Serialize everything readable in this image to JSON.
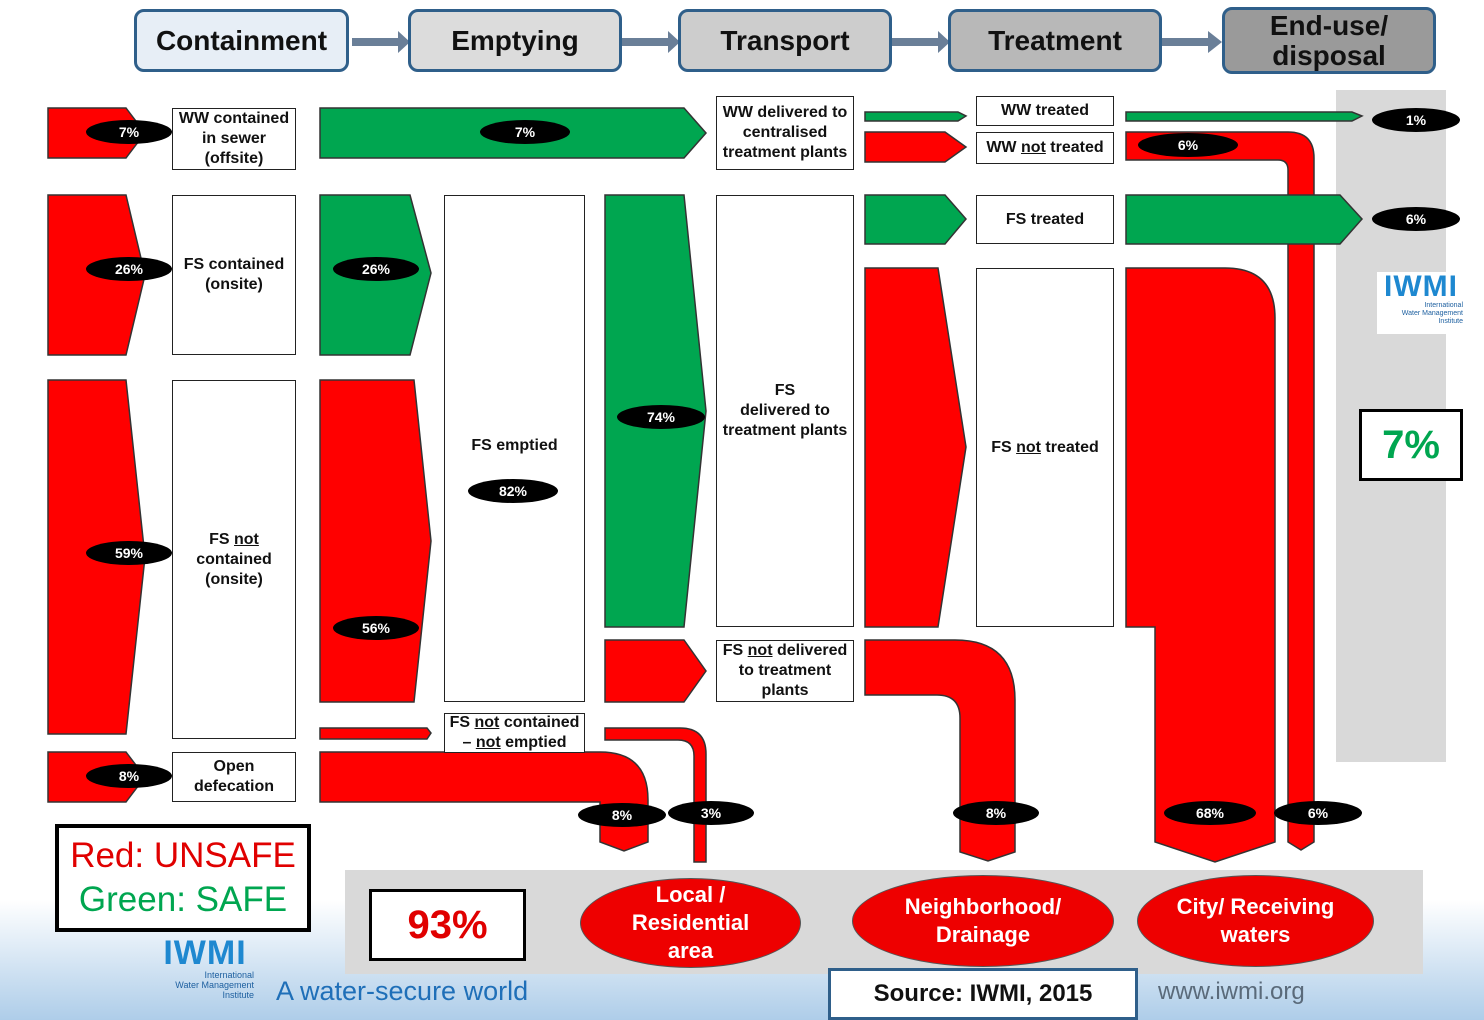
{
  "stages": [
    "Containment",
    "Emptying",
    "Transport",
    "Treatment",
    "End-use/ disposal"
  ],
  "labels": {
    "ww_sewer": [
      "WW contained",
      "in sewer",
      "(offsite)"
    ],
    "fs_contained": [
      "FS contained",
      "(onsite)"
    ],
    "fs_not_contained": [
      "FS not",
      "contained",
      "(onsite)"
    ],
    "open_defecation": [
      "Open",
      "defecation"
    ],
    "fs_emptied": "FS emptied",
    "fs_not_emptied": [
      "FS not contained",
      "– not emptied"
    ],
    "ww_delivered": [
      "WW delivered to",
      "centralised",
      "treatment plants"
    ],
    "fs_delivered": [
      "FS",
      "delivered to",
      "treatment plants"
    ],
    "fs_not_delivered": [
      "FS not delivered",
      "to treatment",
      "plants"
    ],
    "ww_treated": "WW treated",
    "ww_not_treated": "WW not treated",
    "fs_treated": "FS treated",
    "fs_not_treated": "FS not treated"
  },
  "percentages": {
    "ww_contained": "7%",
    "fs_contained": "26%",
    "fs_not_contained": "59%",
    "open_defecation": "8%",
    "ww_emptying": "7%",
    "fs_emptied_safe": "26%",
    "fs_emptied_unsafe": "56%",
    "fs_emptied_total": "82%",
    "fs_delivered": "74%",
    "end_ww_treated": "1%",
    "end_ww_not_treated": "6%",
    "end_fs_treated": "6%",
    "local_not_emptied": "8%",
    "local_not_delivered": "3%",
    "neighborhood": "8%",
    "city_fs": "68%",
    "city_ww": "6%"
  },
  "summary": {
    "safe": "7%",
    "unsafe": "93%"
  },
  "legend": {
    "red": "Red: UNSAFE",
    "green": "Green: SAFE"
  },
  "destinations": [
    [
      "Local /",
      "Residential",
      "area"
    ],
    [
      "Neighborhood/",
      "Drainage"
    ],
    [
      "City/ Receiving",
      "waters"
    ]
  ],
  "footer": {
    "tagline": "A water-secure world",
    "source": "Source: IWMI, 2015",
    "url": "www.iwmi.org",
    "logo_text": "IWMI",
    "logo_sub": [
      "International",
      "Water Management",
      "Institute"
    ]
  },
  "colors": {
    "unsafe": "#ff0000",
    "safe": "#00a650",
    "panel": "#d9d9d9",
    "stage_border": "#2f5f8a"
  }
}
